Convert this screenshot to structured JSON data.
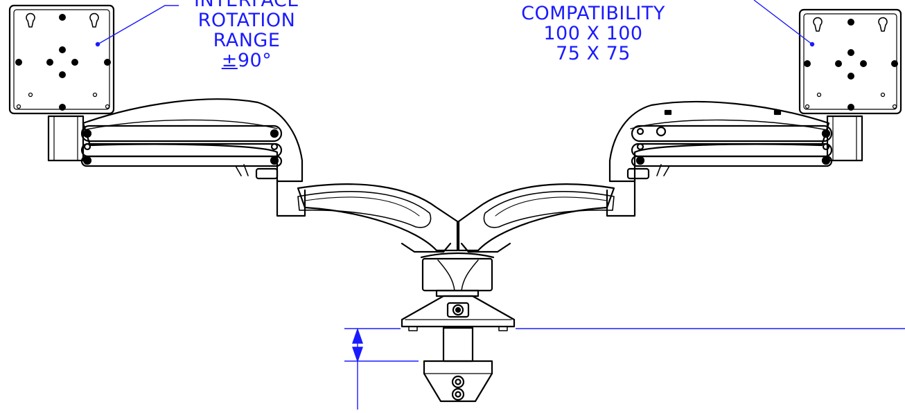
{
  "colors": {
    "annotation": "#1a1aff",
    "line": "#000000",
    "background": "#ffffff"
  },
  "annotations": {
    "rotation": {
      "lines": [
        "INTERFACE",
        "ROTATION",
        "RANGE"
      ],
      "range_symbol": "±",
      "range_value": "90°"
    },
    "compatibility": {
      "lines": [
        "COMPATIBILITY",
        "100 X 100",
        "75 X 75"
      ]
    }
  }
}
